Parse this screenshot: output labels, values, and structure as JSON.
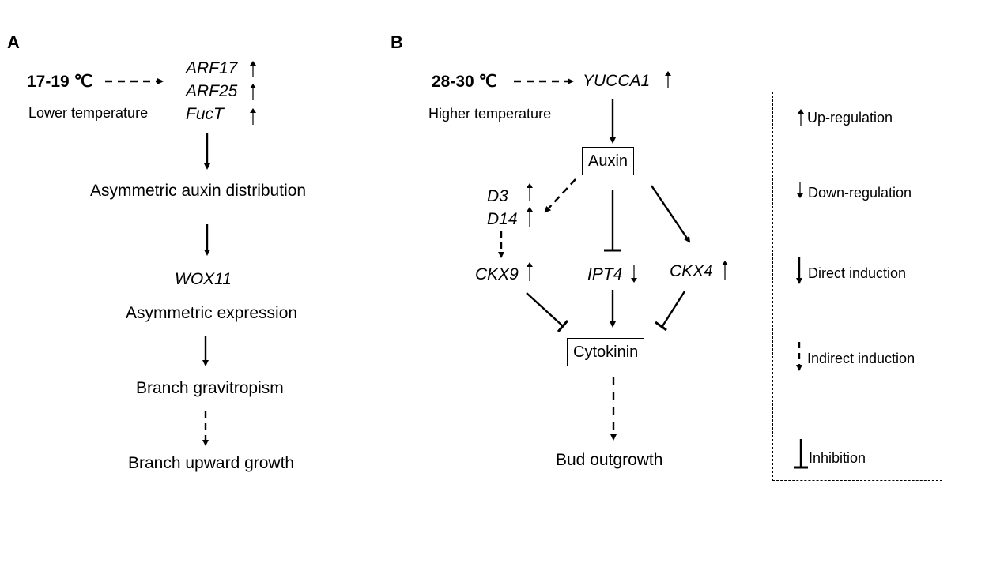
{
  "panel_a": {
    "label": "A",
    "temperature": "17-19 ℃",
    "temperature_desc": "Lower temperature",
    "genes": [
      {
        "name": "ARF17",
        "regulation": "up"
      },
      {
        "name": "ARF25",
        "regulation": "up"
      },
      {
        "name": "FucT",
        "regulation": "up"
      }
    ],
    "steps": {
      "auxin_distribution": "Asymmetric auxin distribution",
      "wox11": "WOX11",
      "asymmetric_expression": "Asymmetric expression",
      "gravitropism": "Branch gravitropism",
      "upward_growth": "Branch upward growth"
    },
    "edges": [
      {
        "from": "temperature",
        "to": "genes",
        "type": "indirect induction"
      },
      {
        "from": "genes",
        "to": "auxin_distribution",
        "type": "direct induction"
      },
      {
        "from": "auxin_distribution",
        "to": "wox11",
        "type": "direct induction"
      },
      {
        "from": "asymmetric_expression",
        "to": "gravitropism",
        "type": "direct induction"
      },
      {
        "from": "gravitropism",
        "to": "upward_growth",
        "type": "indirect induction"
      }
    ]
  },
  "panel_b": {
    "label": "B",
    "temperature": "28-30 ℃",
    "temperature_desc": "Higher temperature",
    "yucca": {
      "name": "YUCCA1",
      "regulation": "up"
    },
    "auxin": "Auxin",
    "d3": {
      "name": "D3",
      "regulation": "up"
    },
    "d14": {
      "name": "D14",
      "regulation": "up"
    },
    "ckx9": {
      "name": "CKX9",
      "regulation": "up"
    },
    "ipt4": {
      "name": "IPT4",
      "regulation": "down"
    },
    "ckx4": {
      "name": "CKX4",
      "regulation": "up"
    },
    "cytokinin": "Cytokinin",
    "outcome": "Bud outgrowth",
    "edges": [
      {
        "from": "temperature",
        "to": "YUCCA1",
        "type": "indirect induction"
      },
      {
        "from": "YUCCA1",
        "to": "Auxin",
        "type": "direct induction"
      },
      {
        "from": "Auxin",
        "to": "D3/D14",
        "type": "indirect induction"
      },
      {
        "from": "Auxin",
        "to": "IPT4",
        "type": "inhibition"
      },
      {
        "from": "Auxin",
        "to": "CKX4",
        "type": "direct induction"
      },
      {
        "from": "D14",
        "to": "CKX9",
        "type": "indirect induction"
      },
      {
        "from": "CKX9",
        "to": "Cytokinin",
        "type": "inhibition"
      },
      {
        "from": "IPT4",
        "to": "Cytokinin",
        "type": "direct induction"
      },
      {
        "from": "CKX4",
        "to": "Cytokinin",
        "type": "inhibition"
      },
      {
        "from": "Cytokinin",
        "to": "Bud outgrowth",
        "type": "indirect induction"
      }
    ]
  },
  "legend": {
    "items": [
      {
        "symbol": "up-arrow",
        "label": "Up-regulation"
      },
      {
        "symbol": "down-arrow",
        "label": "Down-regulation"
      },
      {
        "symbol": "solid-arrow",
        "label": "Direct induction"
      },
      {
        "symbol": "dashed-arrow",
        "label": "Indirect induction"
      },
      {
        "symbol": "inhibition-bar",
        "label": "Inhibition"
      }
    ]
  }
}
